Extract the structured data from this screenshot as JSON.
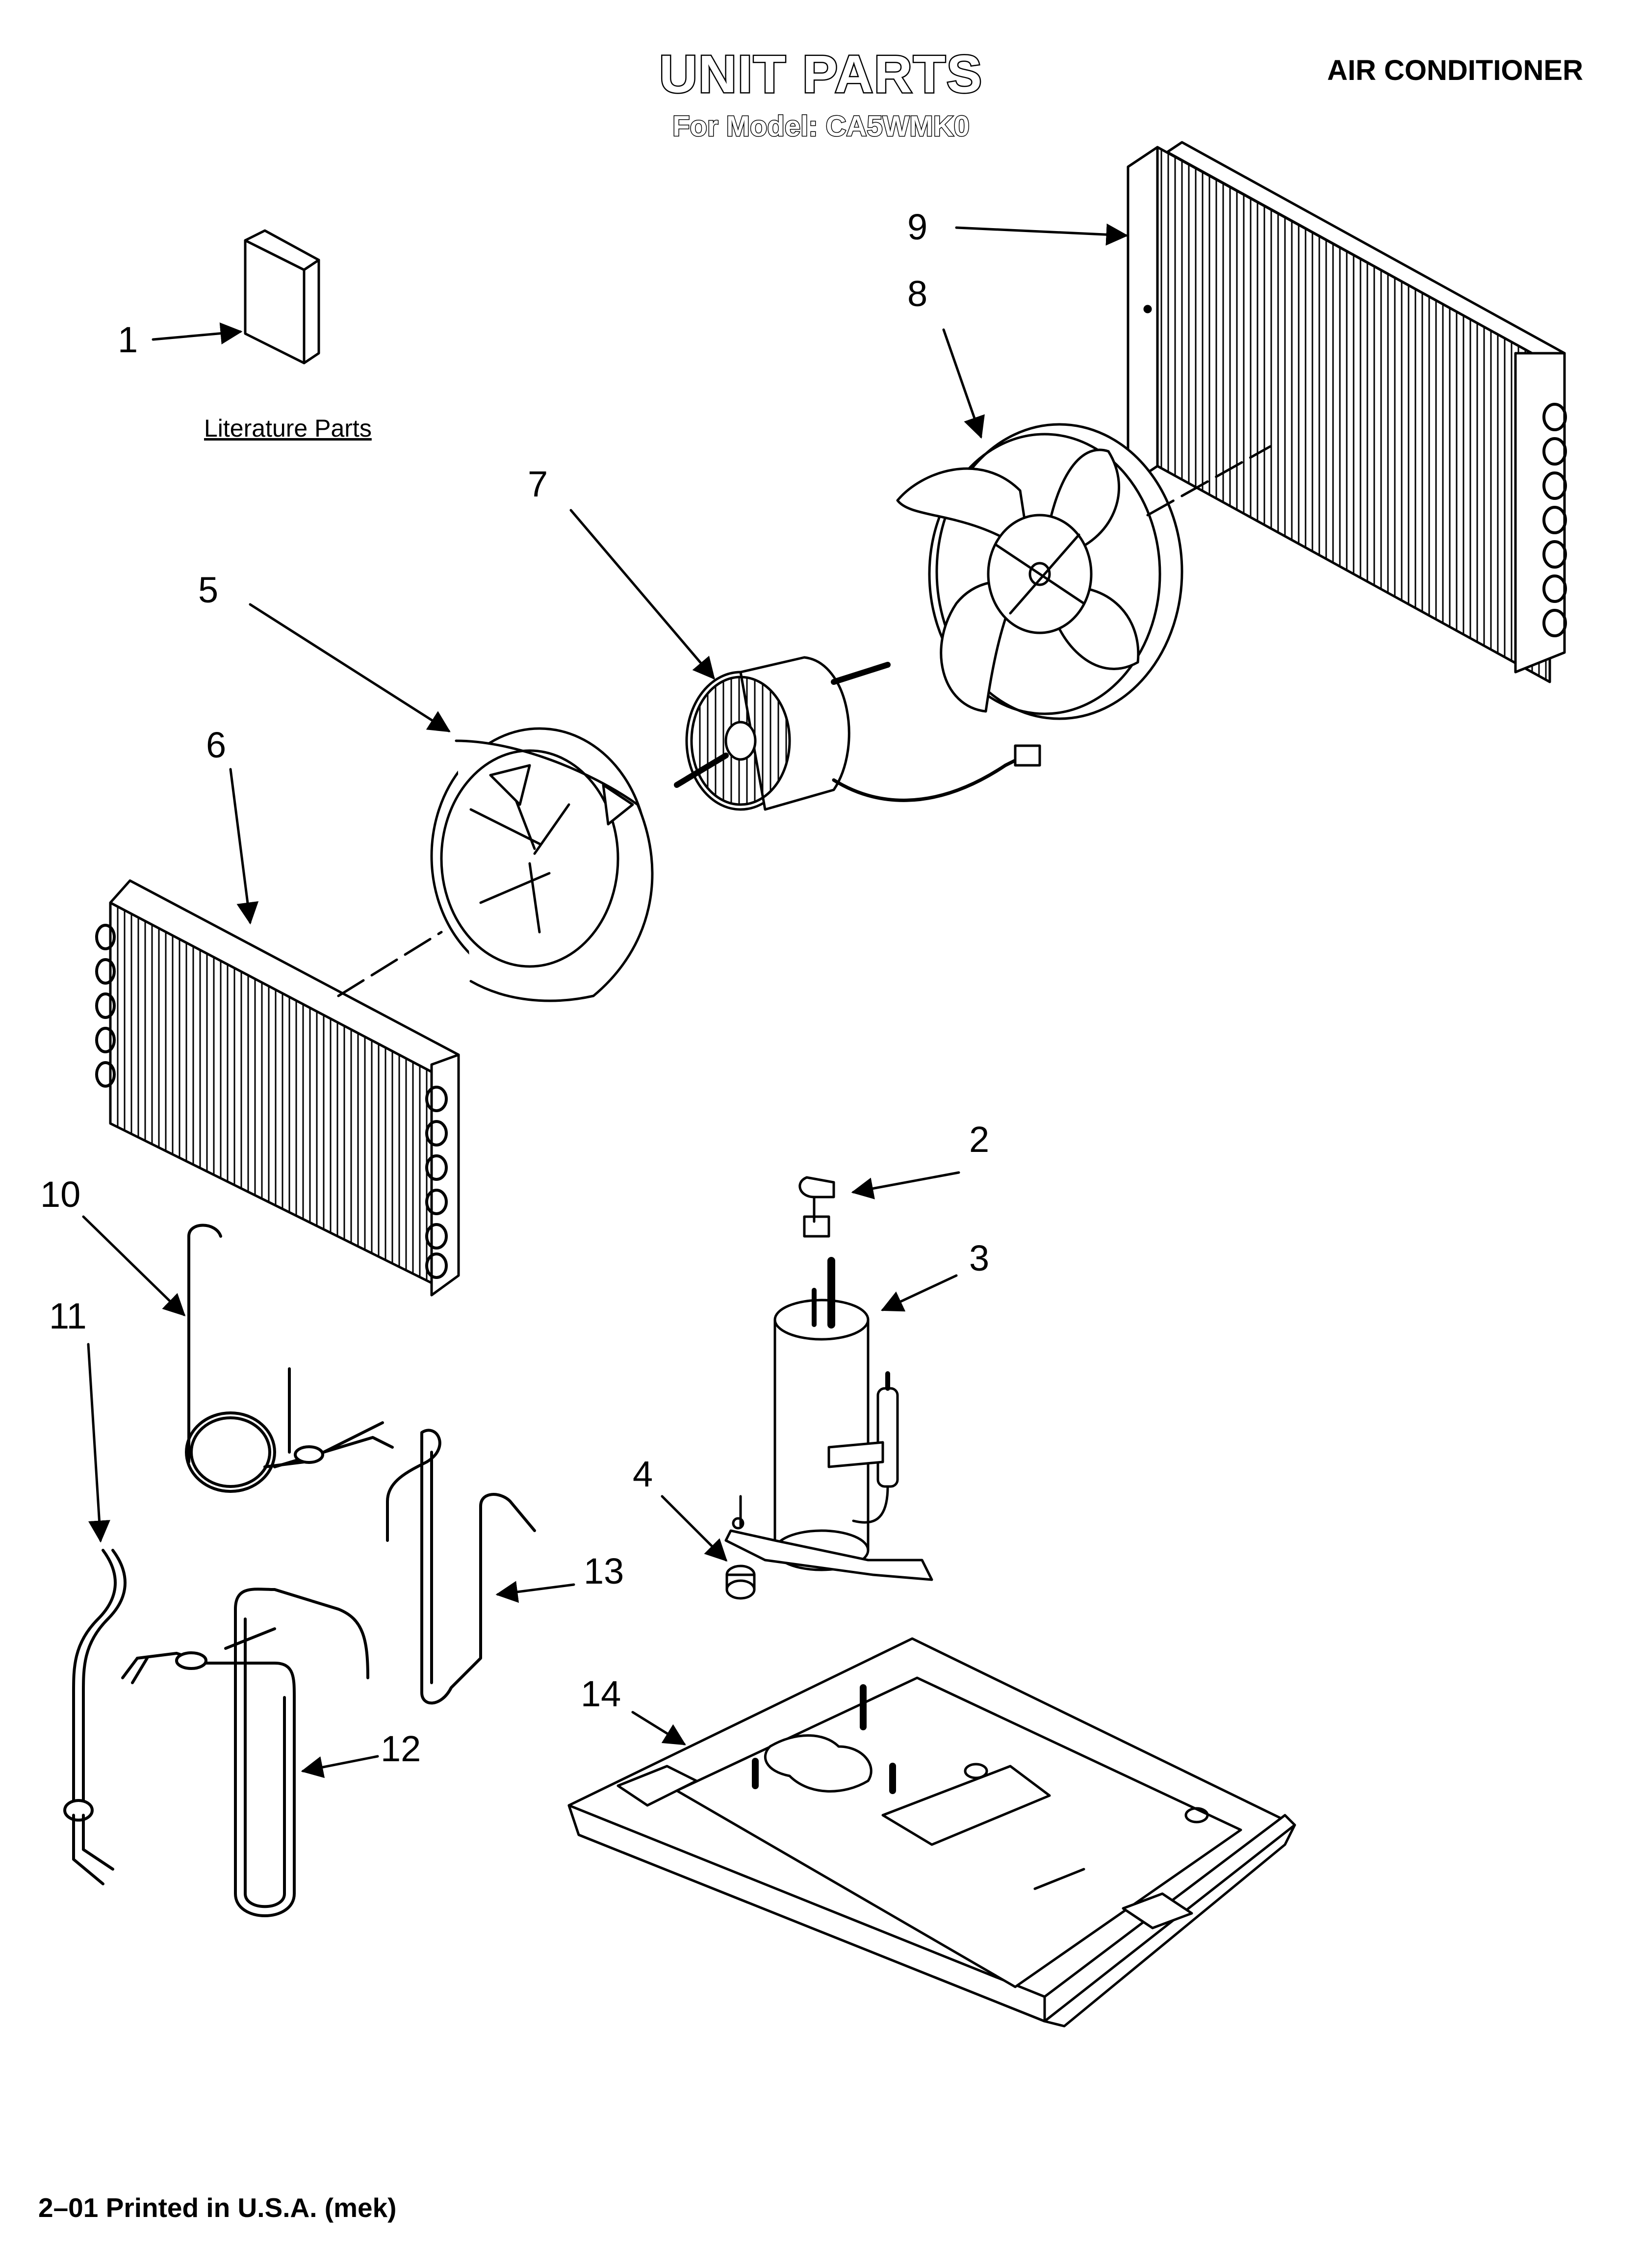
{
  "header": {
    "title": "UNIT PARTS",
    "subtitle": "For Model: CA5WMK0",
    "category": "AIR CONDITIONER"
  },
  "literature_label": "Literature Parts",
  "callouts": [
    "1",
    "2",
    "3",
    "4",
    "5",
    "6",
    "7",
    "8",
    "9",
    "10",
    "11",
    "12",
    "13",
    "14"
  ],
  "footer": "2–01 Printed in U.S.A. (mek)"
}
